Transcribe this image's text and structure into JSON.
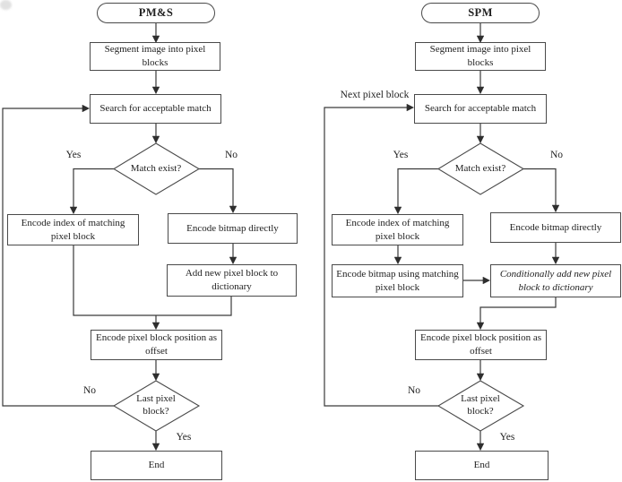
{
  "colors": {
    "background": "#ffffff",
    "line": "#333333",
    "box_border": "#4a4a4a",
    "text": "#222222"
  },
  "charts": {
    "pms": {
      "title": "PM&S",
      "nodes": {
        "segment": "Segment image into pixel\nblocks",
        "search": "Search for acceptable match",
        "match_exist": "Match exist?",
        "encode_index": "Encode index of matching\npixel block",
        "encode_bitmap": "Encode bitmap directly",
        "add_dictionary": "Add new pixel block to\ndictionary",
        "encode_offset": "Encode pixel block position as\noffset",
        "last_block": "Last pixel\nblock?",
        "end": "End"
      },
      "edge_labels": {
        "match_yes": "Yes",
        "match_no": "No",
        "last_no": "No",
        "last_yes": "Yes"
      }
    },
    "spm": {
      "title": "SPM",
      "nodes": {
        "segment": "Segment image into pixel\nblocks",
        "search": "Search for acceptable match",
        "match_exist": "Match exist?",
        "encode_index": "Encode index of matching\npixel block",
        "encode_bitmap": "Encode bitmap directly",
        "encode_bitmap_match": "Encode bitmap using matching\npixel block",
        "cond_add_dictionary": "Conditionally add new pixel\nblock to dictionary",
        "encode_offset": "Encode pixel block position as\noffset",
        "last_block": "Last pixel\nblock?",
        "end": "End"
      },
      "edge_labels": {
        "next_block": "Next pixel block",
        "match_yes": "Yes",
        "match_no": "No",
        "last_no": "No",
        "last_yes": "Yes"
      }
    }
  }
}
